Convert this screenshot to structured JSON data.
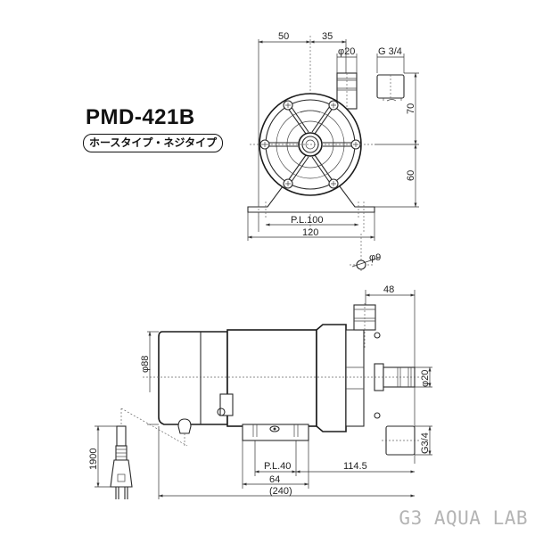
{
  "model": {
    "name": "PMD-421B",
    "type_label": "ホースタイプ・ネジタイプ"
  },
  "front_view": {
    "dim_top_left": "50",
    "dim_top_right": "35",
    "dim_hose_dia": "φ20",
    "dim_thread": "G 3/4",
    "dim_upper_height": "70",
    "dim_lower_height": "60",
    "dim_pitch": "P.L.100",
    "dim_width": "120",
    "dim_hole": "φ9"
  },
  "side_view": {
    "dim_outlet_offset": "48",
    "dim_body_dia": "φ88",
    "dim_inlet_dia": "φ20",
    "dim_thread": "G3/4",
    "dim_cord_length": "1900",
    "dim_pitch": "P.L.40",
    "dim_base": "64",
    "dim_inlet_offset": "114.5",
    "dim_total_length": "(240)"
  },
  "watermark": "G3 AQUA LAB",
  "colors": {
    "line": "#2a2a2a",
    "watermark": "#b4b4b4",
    "background": "#ffffff"
  }
}
